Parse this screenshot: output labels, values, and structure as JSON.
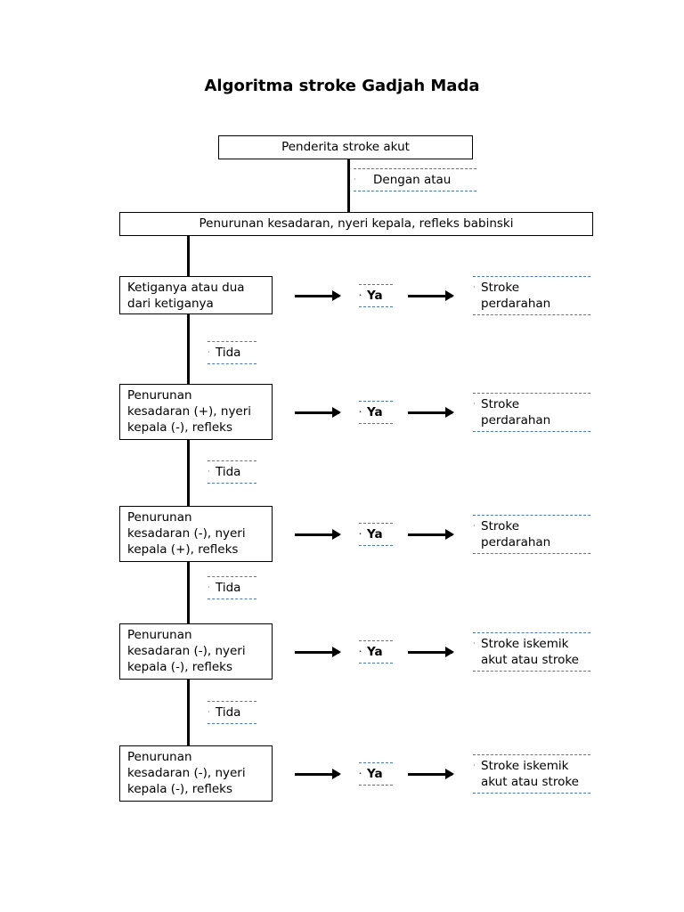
{
  "title": "Algoritma stroke Gadjah Mada",
  "start_box": "Penderita stroke akut",
  "connector_label": "Dengan atau",
  "criteria_box": "Penurunan kesadaran, nyeri kepala, refleks babinski",
  "steps": [
    {
      "condition": [
        "Ketiganya atau dua",
        "dari ketiganya"
      ],
      "yes_label": "Ya",
      "outcome": [
        "Stroke",
        "perdarahan"
      ],
      "no_label": "Tida"
    },
    {
      "condition": [
        "Penurunan",
        "kesadaran (+), nyeri",
        "kepala (-),  refleks"
      ],
      "yes_label": "Ya",
      "outcome": [
        "Stroke",
        "perdarahan"
      ],
      "no_label": "Tida"
    },
    {
      "condition": [
        "Penurunan",
        "kesadaran (-), nyeri",
        "kepala (+),  refleks"
      ],
      "yes_label": "Ya",
      "outcome": [
        "Stroke",
        "perdarahan"
      ],
      "no_label": "Tida"
    },
    {
      "condition": [
        "Penurunan",
        "kesadaran (-), nyeri",
        "kepala (-),  refleks"
      ],
      "yes_label": "Ya",
      "outcome": [
        "Stroke iskemik",
        "akut atau stroke"
      ],
      "no_label": "Tida"
    },
    {
      "condition": [
        "Penurunan",
        "kesadaran (-), nyeri",
        "kepala (-),  refleks"
      ],
      "yes_label": "Ya",
      "outcome": [
        "Stroke iskemik",
        "akut atau stroke"
      ]
    }
  ],
  "colors": {
    "dash": "#4a78b5",
    "line": "#000000"
  }
}
